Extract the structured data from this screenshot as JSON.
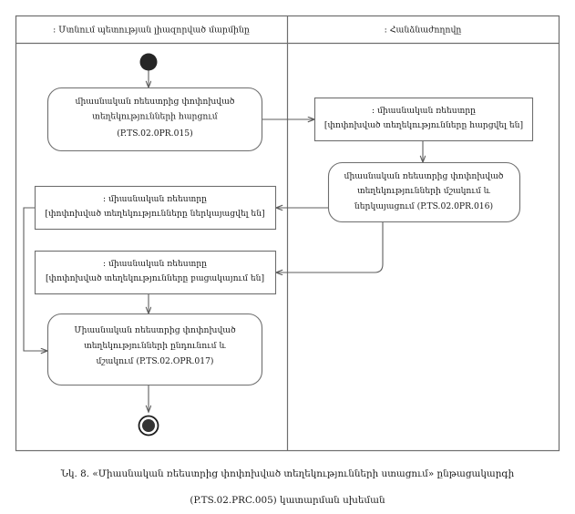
{
  "figure": {
    "caption_line_1": "Նկ. 8. «Միասնական ռեեստրից փոփոխված տեղեկությունների ստացում» ընթացակարգի",
    "caption_line_2": "(P.TS.02.PRC.005) կատարման սխեման"
  },
  "lanes": [
    {
      "id": "lane-left",
      "label": ": Մտնում պետության լիազորված մարմինը"
    },
    {
      "id": "lane-right",
      "label": ": Հանձնաժողովը"
    }
  ],
  "nodes": {
    "start": {
      "name": "start-node",
      "type": "initial-node"
    },
    "end": {
      "name": "end-node",
      "type": "final-node"
    },
    "activity_1": {
      "type": "activity",
      "lines": [
        "միասնական ռեեստրից փոփոխված",
        "տեղեկությունների հարցում",
        "(P.TS.02.0PR.015)"
      ]
    },
    "state_1": {
      "type": "object-state",
      "lines": [
        ": միասնական ռեեստրը",
        "[փոփոխված տեղեկությունները հարցվել են]"
      ]
    },
    "activity_2": {
      "type": "activity",
      "lines": [
        "միասնական ռեեստրից փոփոխված",
        "տեղեկությունների մշակում և",
        "ներկայացում (P.TS.02.0PR.016)"
      ]
    },
    "state_2": {
      "type": "object-state",
      "lines": [
        ": միասնական ռեեստրը",
        "[փոփոխված տեղեկությունները ներկայացվել են]"
      ]
    },
    "state_3": {
      "type": "object-state",
      "lines": [
        ": միասնական ռեեստրը",
        "[փոփոխված տեղեկությունները բացակայում են]"
      ]
    },
    "activity_3": {
      "type": "activity",
      "lines": [
        "Միասնական ռեեստրից փոփոխված",
        "տեղեկությունների ընդունում և",
        "մշակում (P.TS.02.OPR.017)"
      ]
    }
  },
  "colors": {
    "stroke": "#6e6e6e",
    "flow": "#5d5d5d",
    "text": "#1a1a1a",
    "node_fill": "#262626",
    "background": "#ffffff"
  }
}
